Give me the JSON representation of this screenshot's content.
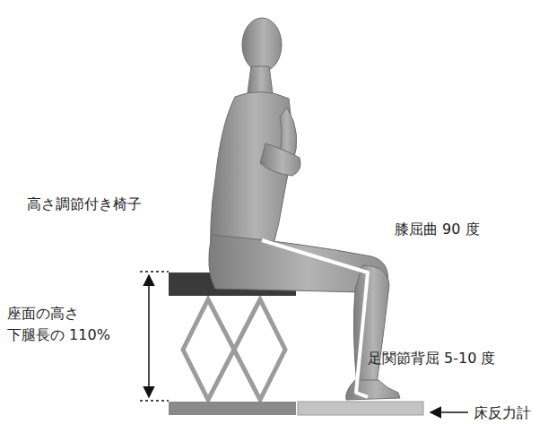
{
  "diagram": {
    "labels": [
      "高さ調節付き椅子",
      "膝屈曲 90 度",
      "座面の高さ 下腿長の 110%",
      "足関節背屈 5-10 度",
      "床反力計"
    ]
  }
}
